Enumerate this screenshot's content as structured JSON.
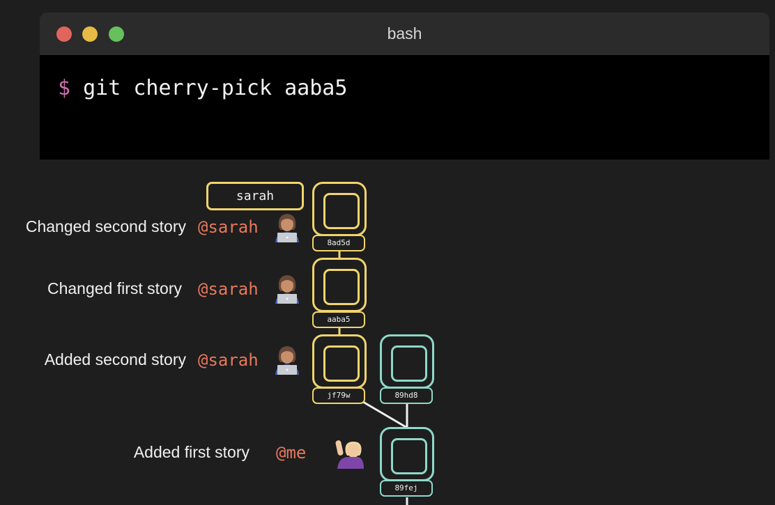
{
  "terminal": {
    "title": "bash",
    "prompt": "$",
    "command": "git cherry-pick aaba5"
  },
  "branch_label": "sarah",
  "commits": [
    {
      "hash": "8ad5d",
      "message": "Changed second story",
      "author": "@sarah",
      "avatar": "woman-technologist-icon",
      "color": "#f1d56c"
    },
    {
      "hash": "aaba5",
      "message": "Changed first story",
      "author": "@sarah",
      "avatar": "woman-technologist-icon",
      "color": "#f1d56c"
    },
    {
      "hash": "jf79w",
      "message": "Added second story",
      "author": "@sarah",
      "avatar": "woman-technologist-icon",
      "color": "#f1d56c"
    },
    {
      "hash": "89hd8",
      "message": "",
      "author": "",
      "avatar": "",
      "color": "#8fd8c8"
    },
    {
      "hash": "89fej",
      "message": "Added first story",
      "author": "@me",
      "avatar": "person-raising-hand-icon",
      "color": "#8fd8c8"
    }
  ],
  "colors": {
    "background": "#1e1e1e",
    "sarah_branch": "#f1d56c",
    "main_branch": "#8fd8c8",
    "author": "#e8785c",
    "prompt": "#d06fb0"
  }
}
